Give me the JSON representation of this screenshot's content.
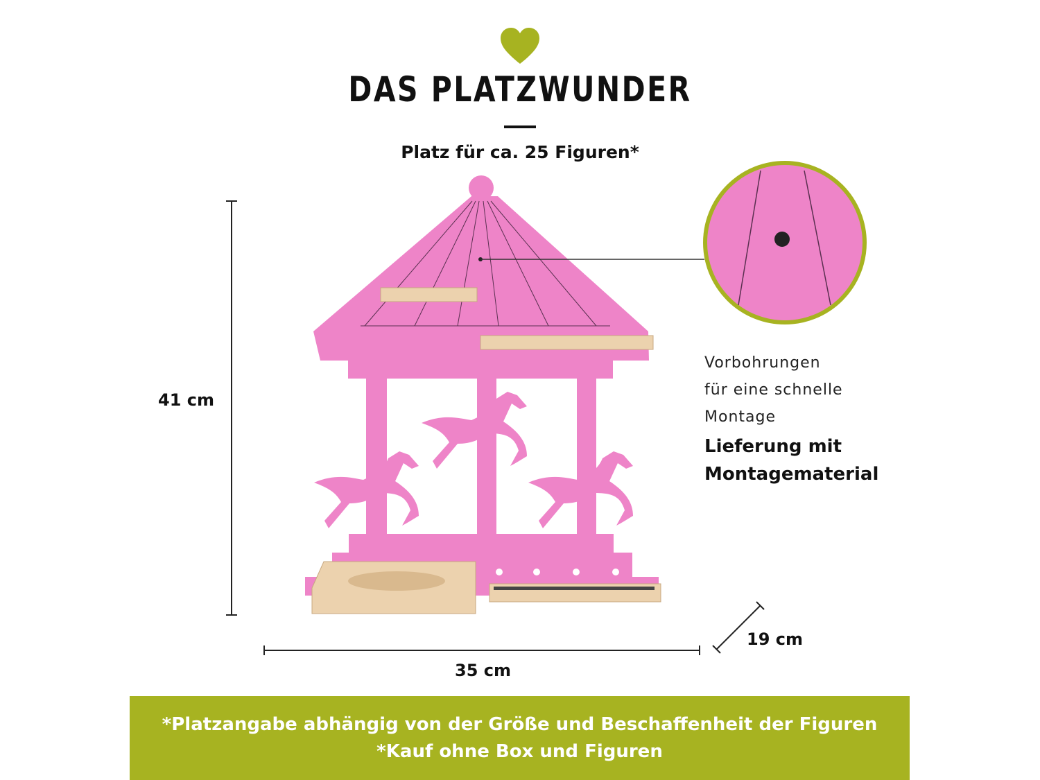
{
  "header": {
    "title": "DAS PLATZWUNDER",
    "subtitle": "Platz für ca. 25 Figuren*",
    "heart_color": "#a7b321"
  },
  "product": {
    "color_main": "#ee84c8",
    "color_wood": "#ecd2ae"
  },
  "dimensions": {
    "height": "41 cm",
    "width": "35 cm",
    "depth": "19 cm"
  },
  "callout": {
    "line1": "Vorbohrungen",
    "line2": "für eine schnelle",
    "line3": "Montage",
    "bold1": "Lieferung mit",
    "bold2": "Montagematerial"
  },
  "banner": {
    "line1": "*Platzangabe abhängig von der Größe und Beschaffenheit der Figuren",
    "line2": "*Kauf ohne Box und Figuren",
    "color": "#a7b321"
  }
}
